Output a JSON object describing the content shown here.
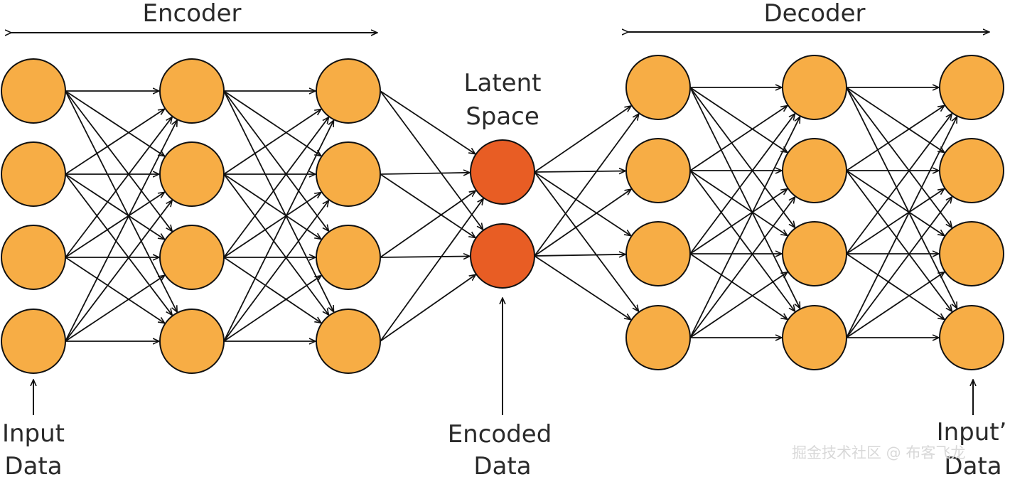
{
  "labels": {
    "encoder": "Encoder",
    "decoder": "Decoder",
    "latent_line1": "Latent",
    "latent_line2": "Space",
    "input_line1": "Input",
    "input_line2": "Data",
    "encoded_line1": "Encoded",
    "encoded_line2": "Data",
    "output_line1": "Input’",
    "output_line2": "Data"
  },
  "watermark": "掘金技术社区 @ 布客飞龙",
  "colors": {
    "node": "#F7AD45",
    "latent_node": "#E85D24",
    "stroke": "#111111",
    "text": "#2a2a2a"
  },
  "network": {
    "layer_sizes": [
      4,
      4,
      4,
      2,
      4,
      4,
      4
    ],
    "latent_layer_index": 3
  }
}
